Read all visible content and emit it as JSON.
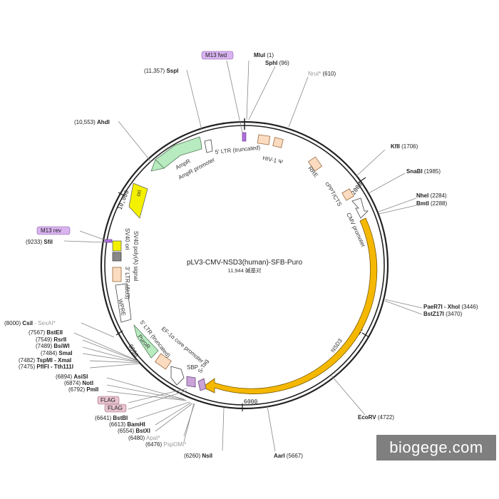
{
  "plasmid": {
    "name": "pLV3-CMV-NSD3(human)-SFB-Puro",
    "size_text": "11,944 碱基对",
    "length": 11944
  },
  "ticks": [
    "2000",
    "4000",
    "6000",
    "8000",
    "10,000"
  ],
  "features": [
    {
      "name": "5' LTR (truncated)"
    },
    {
      "name": "HIV-1 Ψ"
    },
    {
      "name": "RRE"
    },
    {
      "name": "cPPT/CTS"
    },
    {
      "name": "CMV promoter"
    },
    {
      "name": "NSD3"
    },
    {
      "name": "S-Tag"
    },
    {
      "name": "SBP"
    },
    {
      "name": "EF-1α core promoter"
    },
    {
      "name": "PuroR"
    },
    {
      "name": "5' LTR (truncated)"
    },
    {
      "name": "WPRE"
    },
    {
      "name": "3' LTR (ΔU3)"
    },
    {
      "name": "SV40 poly(A) signal"
    },
    {
      "name": "SV40 ori"
    },
    {
      "name": "ori"
    },
    {
      "name": "AmpR"
    },
    {
      "name": "AmpR promoter"
    }
  ],
  "primers": [
    {
      "name": "M13 fwd"
    },
    {
      "name": "M13 rev"
    },
    {
      "name": "FLAG"
    },
    {
      "name": "FLAG"
    }
  ],
  "sites": [
    {
      "name": "MluI",
      "pos": "(1)"
    },
    {
      "name": "SphI",
      "pos": "(96)"
    },
    {
      "name": "NruI*",
      "pos": "(610)"
    },
    {
      "name": "KflI",
      "pos": "(1706)"
    },
    {
      "name": "SnaBI",
      "pos": "(1985)"
    },
    {
      "name": "NheI",
      "pos": "(2284)"
    },
    {
      "name": "BmtI",
      "pos": "(2288)"
    },
    {
      "name": "PaeR7I - XhoI",
      "pos": "(3446)"
    },
    {
      "name": "BstZ17I",
      "pos": "(3470)"
    },
    {
      "name": "EcoRV",
      "pos": "(4722)"
    },
    {
      "name": "AarI",
      "pos": "(5667)"
    },
    {
      "name": "NsiI",
      "pos": "(6260)"
    },
    {
      "name": "PspOMI*",
      "pos": "(6476)"
    },
    {
      "name": "ApaI*",
      "pos": "(6480)"
    },
    {
      "name": "BstXI",
      "pos": "(6554)"
    },
    {
      "name": "BamHI",
      "pos": "(6613)"
    },
    {
      "name": "BstBI",
      "pos": "(6641)"
    },
    {
      "name": "PmlI",
      "pos": "(6792)"
    },
    {
      "name": "NotI",
      "pos": "(6874)"
    },
    {
      "name": "AsiSI",
      "pos": "(6894)"
    },
    {
      "name": "PflFI - Tth111I",
      "pos": "(7475)"
    },
    {
      "name": "TspMI - XmaI",
      "pos": "(7482)"
    },
    {
      "name": "SmaI",
      "pos": "(7484)"
    },
    {
      "name": "BsiWI",
      "pos": "(7489)"
    },
    {
      "name": "RsrII",
      "pos": "(7549)"
    },
    {
      "name": "BstEII",
      "pos": "(7567)"
    },
    {
      "name": "CsiI",
      "pos": "(8000)",
      "extra": "- SexAI*"
    },
    {
      "name": "SfiI",
      "pos": "(9233)"
    },
    {
      "name": "AhdI",
      "pos": "(10,553)"
    },
    {
      "name": "SspI",
      "pos": "(11,357)"
    }
  ],
  "watermark": "biogege.com",
  "colors": {
    "backbone": "#222222",
    "cds_gold": "#f5b800",
    "ori_yellow": "#f3f000",
    "green": "#b8ebc0",
    "peach": "#fbdcc0",
    "gray_box": "#888888",
    "primer_purple": "#d9b3f0",
    "flag_pink": "#e7c2cf"
  }
}
